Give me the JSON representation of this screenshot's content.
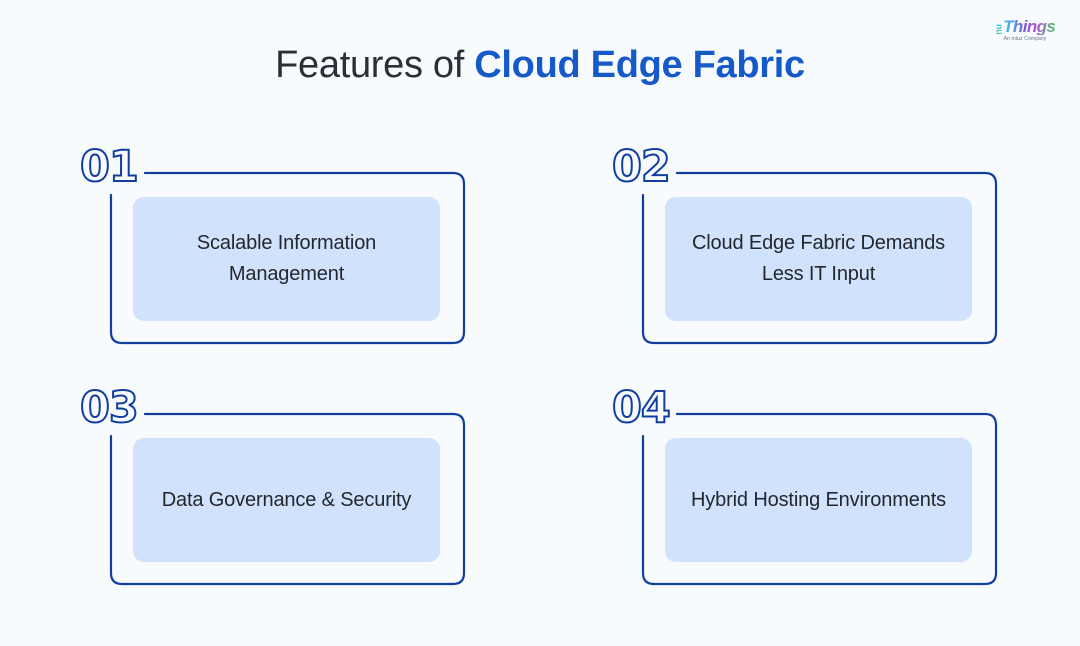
{
  "page": {
    "background_color": "#f7fbfe",
    "accent_color": "#1659c8",
    "border_color": "#123f9e",
    "panel_color": "#d0e2fc"
  },
  "logo": {
    "prefix": "nu",
    "wordmark": "Things",
    "tagline": "An Intuz Company"
  },
  "title": {
    "lead": "Features of ",
    "accent": "Cloud Edge Fabric"
  },
  "cards": [
    {
      "number": "01",
      "text": "Scalable Information Management"
    },
    {
      "number": "02",
      "text": "Cloud Edge Fabric Demands Less IT Input"
    },
    {
      "number": "03",
      "text": "Data Governance & Security"
    },
    {
      "number": "04",
      "text": "Hybrid Hosting Environments"
    }
  ]
}
